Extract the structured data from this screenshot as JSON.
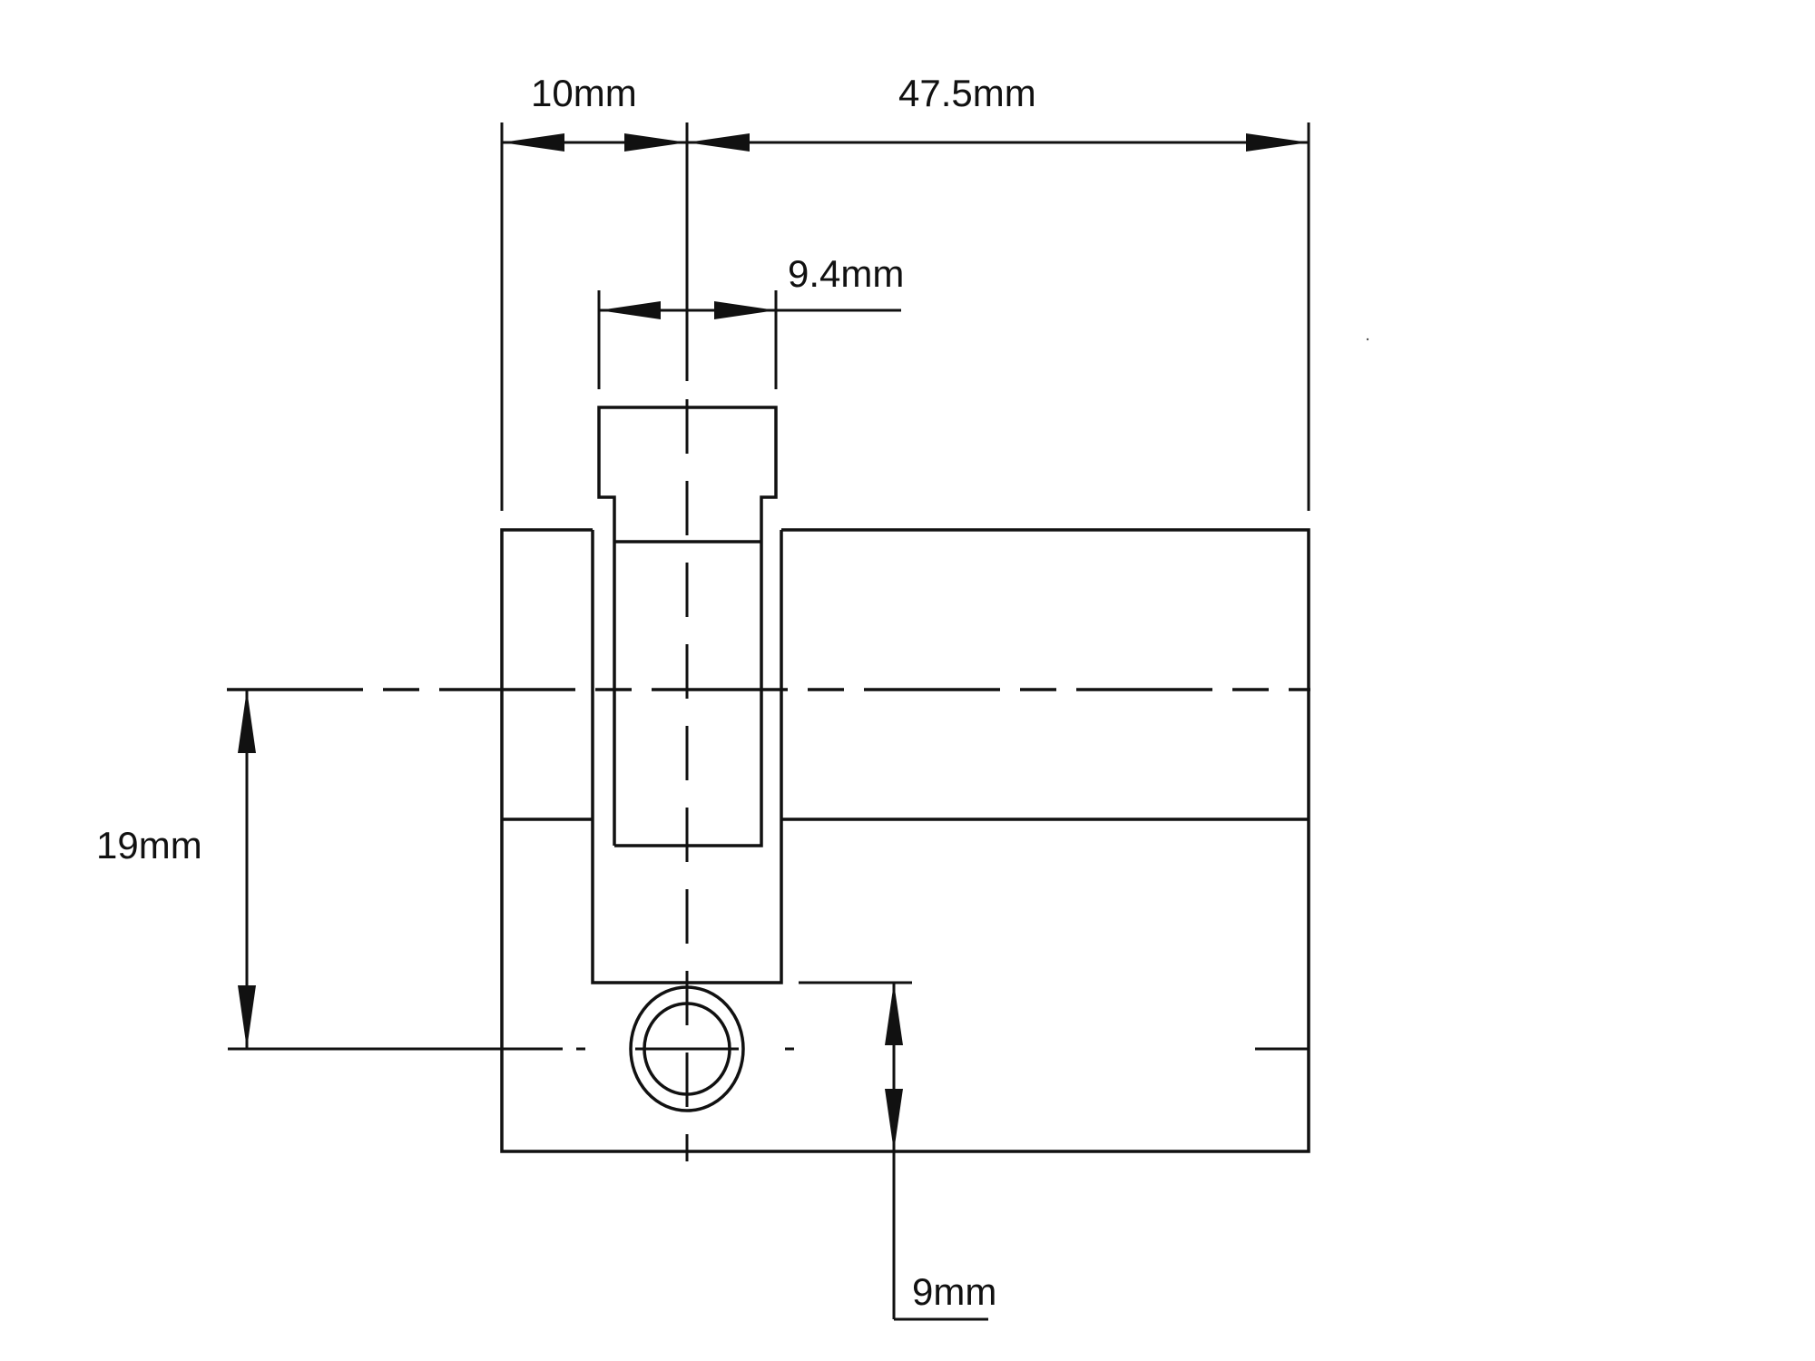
{
  "drawing": {
    "dimensions": {
      "cam_offset": "10mm",
      "body_length": "47.5mm",
      "cam_width": "9.4mm",
      "center_distance": "19mm",
      "bottom_height": "9mm"
    }
  }
}
